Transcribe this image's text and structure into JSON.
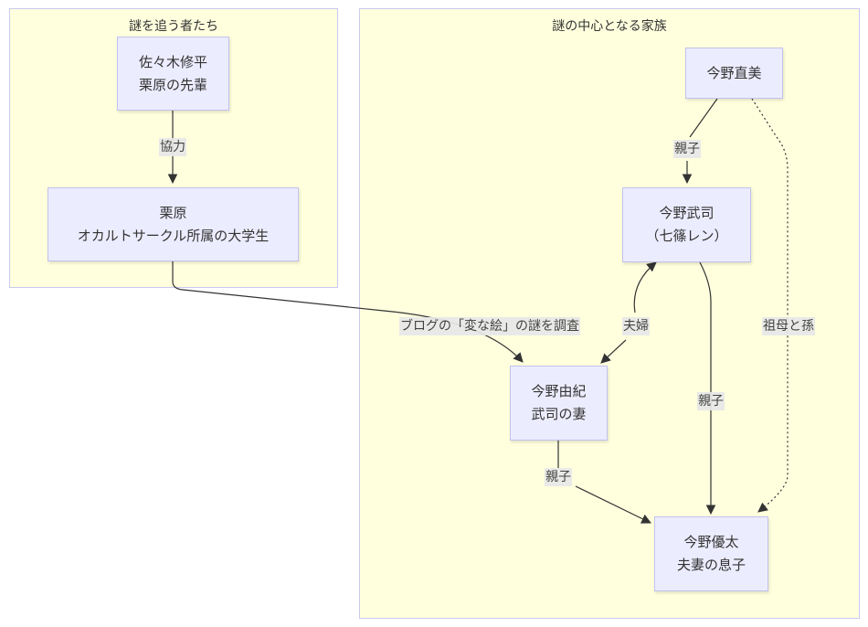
{
  "clusters": {
    "investigators": {
      "title": "謎を追う者たち"
    },
    "family": {
      "title": "謎の中心となる家族"
    }
  },
  "nodes": {
    "sasaki": {
      "line1": "佐々木修平",
      "line2": "栗原の先輩"
    },
    "kurihara": {
      "line1": "栗原",
      "line2": "オカルトサークル所属の大学生"
    },
    "naomi": {
      "line1": "今野直美"
    },
    "takeshi": {
      "line1": "今野武司",
      "line2": "（七篠レン）"
    },
    "yuki": {
      "line1": "今野由紀",
      "line2": "武司の妻"
    },
    "yuta": {
      "line1": "今野優太",
      "line2": "夫妻の息子"
    }
  },
  "edges": {
    "sasaki_kurihara": {
      "label": "協力",
      "style": "solid"
    },
    "kurihara_yuki": {
      "label": "ブログの「変な絵」の謎を調査",
      "style": "solid"
    },
    "naomi_takeshi": {
      "label": "親子",
      "style": "solid"
    },
    "takeshi_yuki": {
      "label": "夫婦",
      "style": "solid-bidirectional"
    },
    "takeshi_yuta": {
      "label": "親子",
      "style": "solid"
    },
    "yuki_yuta": {
      "label": "親子",
      "style": "solid"
    },
    "naomi_yuta": {
      "label": "祖母と孫",
      "style": "dotted"
    }
  },
  "colors": {
    "cluster_fill": "#ffffde",
    "cluster_border": "#c9c9ef",
    "node_fill": "#ececff",
    "edge_stroke": "#333333",
    "label_bg": "#e8e8e8"
  }
}
